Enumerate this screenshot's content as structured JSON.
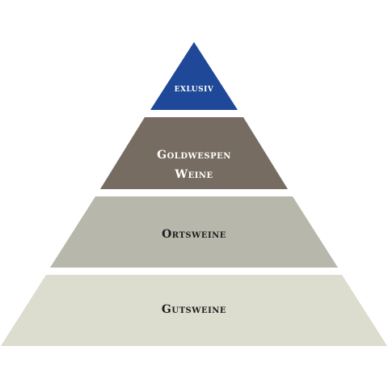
{
  "tiers": [
    {
      "id": "exlusiv",
      "label": "exlusiv",
      "color": "#1f4898"
    },
    {
      "id": "goldwespen",
      "label_line1": "Goldwespen",
      "label_line2": "Weine",
      "color": "#766c61"
    },
    {
      "id": "ortsweine",
      "label": "Ortsweine",
      "color": "#b7b8ab"
    },
    {
      "id": "gutsweine",
      "label": "Gutsweine",
      "color": "#dcdccf"
    }
  ]
}
